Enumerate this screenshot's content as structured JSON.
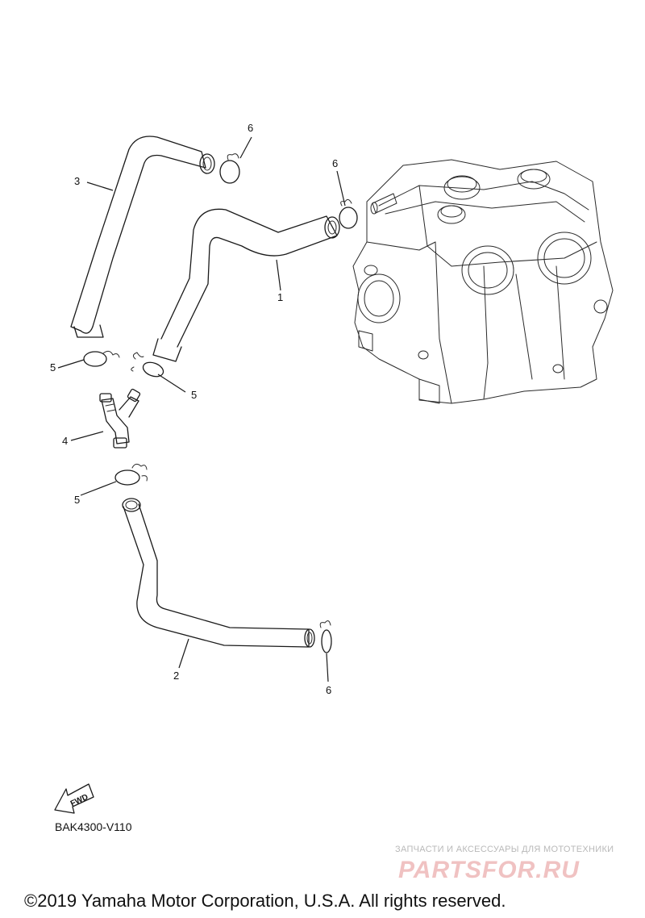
{
  "diagram_code": "BAK4300-V110",
  "fwd_label": "FWD",
  "copyright": "©2019 Yamaha Motor Corporation, U.S.A. All rights reserved.",
  "watermark": {
    "tagline": "ЗАПЧАСТИ И АКСЕССУАРЫ ДЛЯ МОТОТЕХНИКИ",
    "brand": "PARTSFOR.RU"
  },
  "callouts": {
    "hose_1": "1",
    "hose_2": "2",
    "hose_3": "3",
    "joint_4": "4",
    "clip_5_upper": "5",
    "clip_5_right": "5",
    "clip_5_lower": "5",
    "clip_6_top": "6",
    "clip_6_head": "6",
    "clip_6_bottom": "6"
  }
}
